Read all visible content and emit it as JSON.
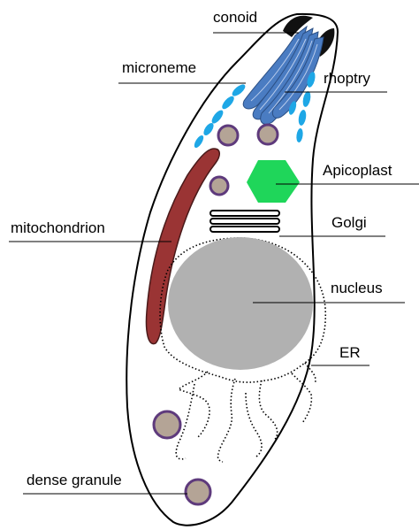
{
  "labels": {
    "conoid": "conoid",
    "microneme": "microneme",
    "rhoptry": "rhoptry",
    "apicoplast": "Apicoplast",
    "golgi": "Golgi",
    "mitochondrion": "mitochondrion",
    "nucleus": "nucleus",
    "er": "ER",
    "dense_granule": "dense granule"
  },
  "colors": {
    "cell_outline": "#000000",
    "conoid": "#111111",
    "rhoptry": "#4a7cc2",
    "microneme": "#1ea7e6",
    "granule_fill": "#b4a496",
    "granule_ring": "#5e3a7c",
    "mitochondrion": "#9a3434",
    "apicoplast": "#1fd65a",
    "nucleus": "#b1b1b1"
  }
}
